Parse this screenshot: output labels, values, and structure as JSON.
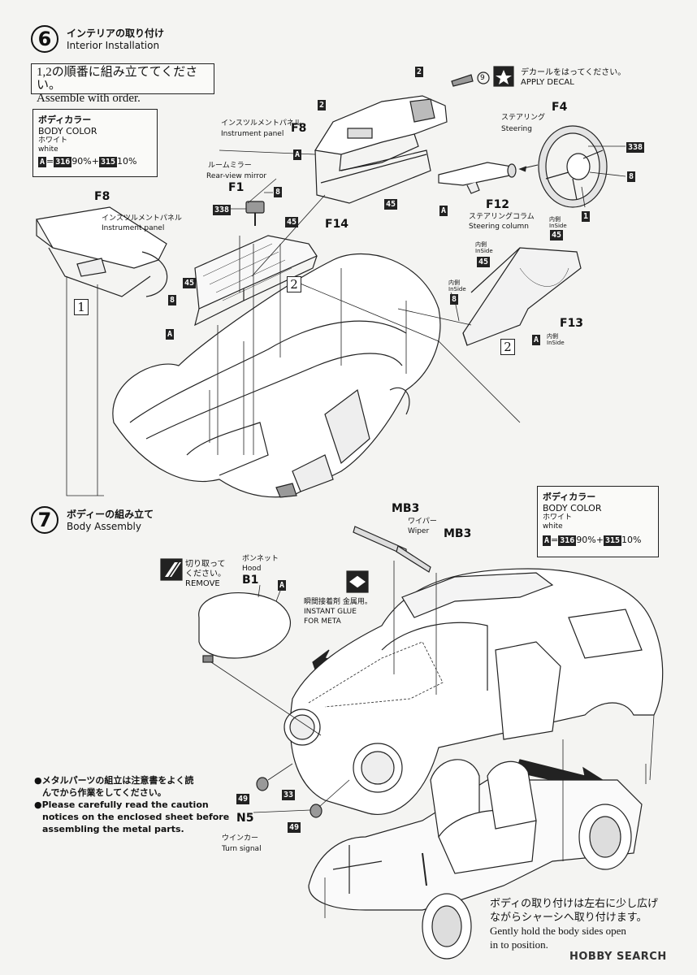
{
  "step6": {
    "number": "6",
    "title_jp": "インテリアの取り付け",
    "title_en": "Interior Installation",
    "order_jp": "1,2の順番に組み立ててください。",
    "order_en": "Assemble with order.",
    "decal_num": "9",
    "decal_jp": "デカールをはってください。",
    "decal_en": "APPLY DECAL",
    "color_box": {
      "title_jp": "ボディカラー",
      "title_en": "BODY COLOR",
      "sub_jp": "ホワイト",
      "sub_en": "white",
      "formula": {
        "a": "A",
        "eq": "=",
        "p1": "316",
        "v1": "90%",
        "plus": "+",
        "p2": "315",
        "v2": "10%"
      }
    },
    "parts": {
      "f8_top": "F8",
      "instrument_jp_top": "インスツルメントパネル",
      "instrument_en_top": "Instrument panel",
      "n2_top": "2",
      "n2_top_b": "2",
      "a_top": "A",
      "n45_top": "45",
      "f4": "F4",
      "steering_jp": "ステアリング",
      "steering_en": "Steering",
      "n338_right": "338",
      "n8_right": "8",
      "n1_right": "1",
      "a_column": "A",
      "f12": "F12",
      "column_jp": "ステアリングコラム",
      "column_en": "Steering column",
      "mirror_jp": "ルームミラー",
      "mirror_en": "Rear-view mirror",
      "f1": "F1",
      "n8_mirror": "8",
      "n338_mirror": "338",
      "f8_left": "F8",
      "instrument_jp_left": "インスツルメントパネル",
      "instrument_en_left": "Instrument panel",
      "n45_f14": "45",
      "f14": "F14",
      "n45_left": "45",
      "n8_left": "8",
      "a_left": "A",
      "box1": "1",
      "box2_mid": "2",
      "box2_right": "2",
      "inside_jp": "内側",
      "inside_en": "InSide",
      "n45_r1": "45",
      "n45_r2": "45",
      "n8_r": "8",
      "f13": "F13",
      "a_f13": "A"
    }
  },
  "step7": {
    "number": "7",
    "title_jp": "ボディーの組み立て",
    "title_en": "Body Assembly",
    "color_box": {
      "title_jp": "ボディカラー",
      "title_en": "BODY COLOR",
      "sub_jp": "ホワイト",
      "sub_en": "white",
      "formula": {
        "a": "A",
        "eq": "=",
        "p1": "316",
        "v1": "90%",
        "plus": "+",
        "p2": "315",
        "v2": "10%"
      }
    },
    "remove_jp1": "切り取って",
    "remove_jp2": "ください。",
    "remove_en": "REMOVE",
    "hood_jp": "ボンネット",
    "hood_en": "Hood",
    "b1": "B1",
    "a_hood": "A",
    "mb3_1": "MB3",
    "wiper_jp": "ワイパー",
    "wiper_en": "Wiper",
    "mb3_2": "MB3",
    "glue_jp1": "瞬間接着剤 金属用。",
    "glue_en1": "INSTANT GLUE",
    "glue_en2": "FOR META",
    "note_jp1": "●メタルパーツの組立は注意書をよく読",
    "note_jp2": "んでから作業をしてください。",
    "note_en1": "●Please carefully read the caution",
    "note_en2": "notices on the enclosed sheet before",
    "note_en3": "assembling the metal parts.",
    "n49_a": "49",
    "n33": "33",
    "n5": "N5",
    "n49_b": "49",
    "turn_jp": "ウインカー",
    "turn_en": "Turn signal",
    "body_note_jp1": "ボディの取り付けは左右に少し広げ",
    "body_note_jp2": "ながらシャーシへ取り付けます。",
    "body_note_en1": "Gently hold the body sides open",
    "body_note_en2": "in to position."
  },
  "watermark": "HOBBY SEARCH"
}
